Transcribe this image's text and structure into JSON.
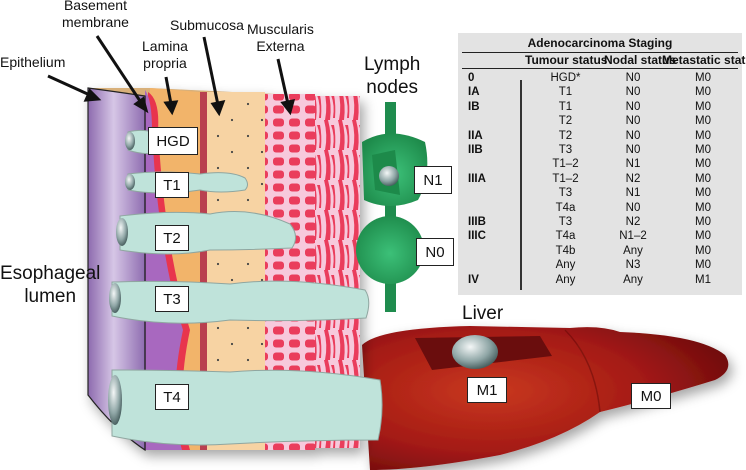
{
  "labels": {
    "basement_membrane": "Basement\nmembrane",
    "epithelium": "Epithelium",
    "lamina_propria": "Lamina\npropria",
    "submucosa": "Submucosa",
    "muscularis_externa": "Muscularis\nExterna",
    "lymph_nodes": "Lymph\nnodes",
    "esophageal_lumen": "Esophageal\nlumen",
    "liver": "Liver"
  },
  "tumour_boxes": [
    "HGD",
    "T1",
    "T2",
    "T3",
    "T4"
  ],
  "node_boxes": [
    "N1",
    "N0"
  ],
  "metastasis_boxes": [
    "M1",
    "M0"
  ],
  "colors": {
    "epithelium": "#a98bc4",
    "lamina_propria": "#f2b46a",
    "basement_membrane": "#e8344e",
    "submucosa": "#f7d3a3",
    "muscularis": "#f7c9dc",
    "muscle_cells": "#ea3e5c",
    "tumour": "#bfe3da",
    "lymph_node": "#2aa35e",
    "liver": "#9e1818",
    "table_bg": "#e3e3e3"
  },
  "staging_table": {
    "title": "Adenocarcinoma Staging",
    "headers": [
      "",
      "Tumour status",
      "Nodal status",
      "Metastatic status"
    ],
    "rows": [
      [
        "0",
        "HGD*",
        "N0",
        "M0"
      ],
      [
        "IA",
        "T1",
        "N0",
        "M0"
      ],
      [
        "IB",
        "T1",
        "N0",
        "M0"
      ],
      [
        "",
        "T2",
        "N0",
        "M0"
      ],
      [
        "IIA",
        "T2",
        "N0",
        "M0"
      ],
      [
        "IIB",
        "T3",
        "N0",
        "M0"
      ],
      [
        "",
        "T1–2",
        "N1",
        "M0"
      ],
      [
        "IIIA",
        "T1–2",
        "N2",
        "M0"
      ],
      [
        "",
        "T3",
        "N1",
        "M0"
      ],
      [
        "",
        "T4a",
        "N0",
        "M0"
      ],
      [
        "IIIB",
        "T3",
        "N2",
        "M0"
      ],
      [
        "IIIC",
        "T4a",
        "N1–2",
        "M0"
      ],
      [
        "",
        "T4b",
        "Any",
        "M0"
      ],
      [
        "",
        "Any",
        "N3",
        "M0"
      ],
      [
        "IV",
        "Any",
        "Any",
        "M1"
      ]
    ]
  }
}
